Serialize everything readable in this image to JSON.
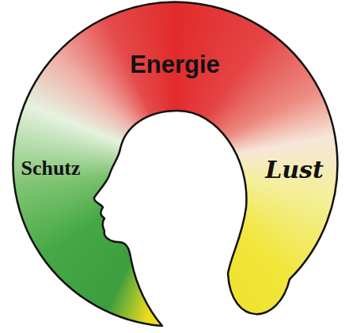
{
  "diagram": {
    "nodes": [
      {
        "text": [
          "Energie",
          "Schutz",
          "Lust"
        ]
      }
    ]
  }
}
